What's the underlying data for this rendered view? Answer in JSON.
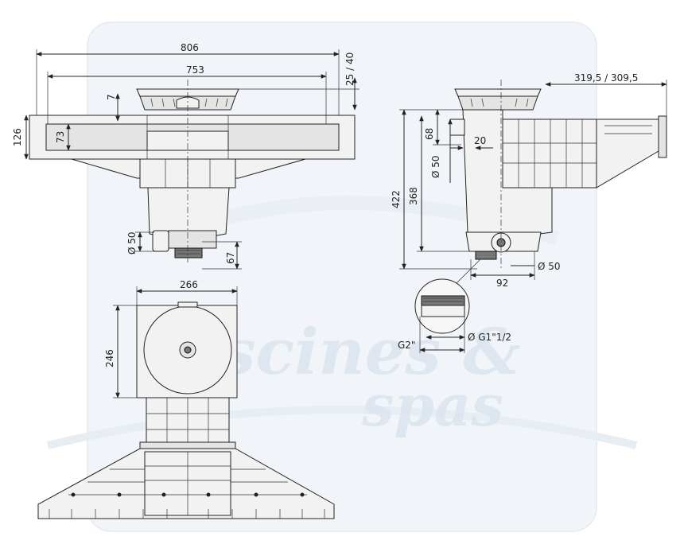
{
  "watermark": {
    "logo_word_1": "piscines &",
    "logo_word_2": "spas",
    "colors": {
      "watermark": "#dde6ef",
      "line": "#222222",
      "part_fill": "#f2f2f2"
    }
  },
  "front_view": {
    "dim_width_outer": "806",
    "dim_width_inner": "753",
    "dim_lid_offset": "25 / 40",
    "dim_lid_height": "7",
    "dim_total_height": "126",
    "dim_mouth_height": "73",
    "dim_outlet_diameter": "Ø 50",
    "dim_outlet_height": "67"
  },
  "side_view": {
    "dim_extension": "319,5 / 309,5",
    "dim_depth_total": "422",
    "dim_depth_body": "368",
    "dim_inlet_68": "68",
    "dim_inlet_20": "20",
    "dim_inlet_diameter": "Ø 50",
    "dim_outlet_diameter": "Ø 50",
    "dim_outlet_offset": "92"
  },
  "detail_view": {
    "dim_thread_outer": "Ø G1\"1/2",
    "dim_thread_inner": "G2\""
  },
  "top_view": {
    "dim_width": "266",
    "dim_depth": "246"
  }
}
